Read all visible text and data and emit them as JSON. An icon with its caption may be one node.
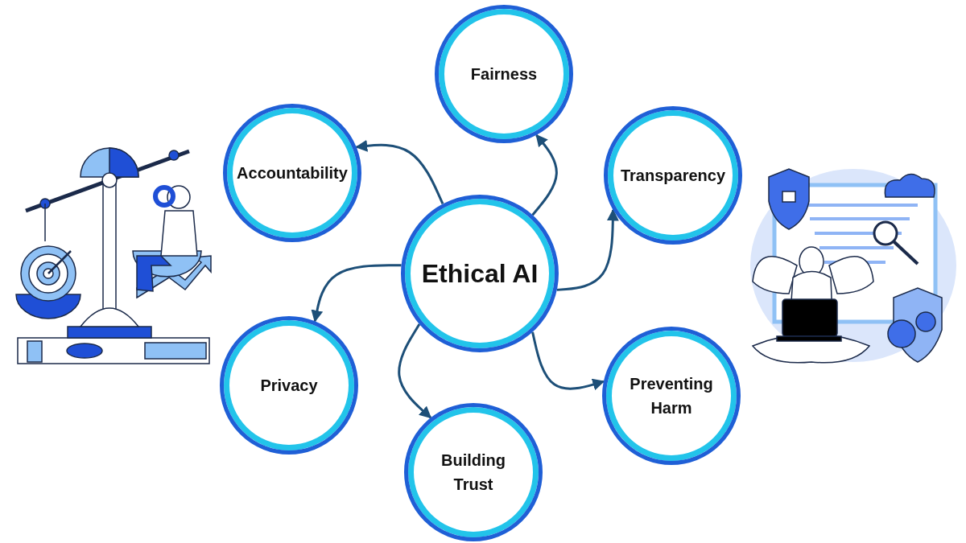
{
  "diagram": {
    "nodes": [
      {
        "text": [
          "Ethical AI"
        ]
      },
      {
        "text": [
          "Fairness"
        ]
      },
      {
        "text": [
          "Transparency"
        ]
      },
      {
        "text": [
          "Preventing Harm"
        ]
      },
      {
        "text": [
          "Building Trust"
        ]
      },
      {
        "text": [
          "Privacy"
        ]
      },
      {
        "text": [
          "Accountability"
        ]
      }
    ],
    "edges": [
      {
        "from": 0,
        "to": 6,
        "arrow": "to"
      },
      {
        "from": 0,
        "to": 1,
        "arrow": "to"
      },
      {
        "from": 0,
        "to": 2,
        "arrow": "to"
      },
      {
        "from": 0,
        "to": 3,
        "arrow": "to"
      },
      {
        "from": 0,
        "to": 4,
        "arrow": "to"
      },
      {
        "from": 0,
        "to": 5,
        "arrow": "to"
      }
    ]
  }
}
